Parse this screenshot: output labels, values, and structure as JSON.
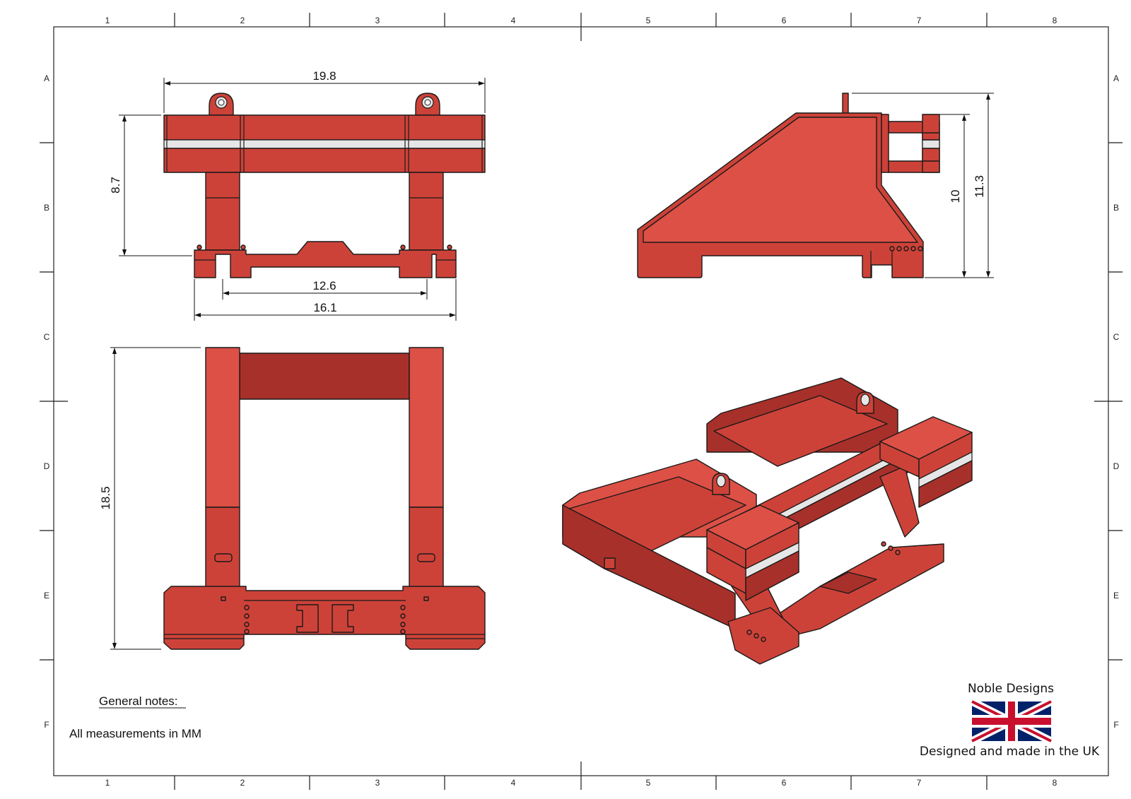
{
  "border": {
    "columns": [
      "1",
      "2",
      "3",
      "4",
      "5",
      "6",
      "7",
      "8"
    ],
    "rows": [
      "A",
      "B",
      "C",
      "D",
      "E",
      "F"
    ]
  },
  "dimensions": {
    "top_width": "19.8",
    "top_height": "8.7",
    "inner_span": "12.6",
    "base_width": "16.1",
    "side_inner_height": "10",
    "side_total_height": "11.3",
    "plan_depth": "18.5"
  },
  "notes": {
    "heading": "General notes:",
    "units": "All measurements in MM"
  },
  "branding": {
    "company": "Noble Designs",
    "tagline": "Designed and made in the UK",
    "flag": "union-jack-flag-icon"
  },
  "colors": {
    "part": "#cd4238",
    "part_light": "#dd5046",
    "part_dark": "#a8302a",
    "pad": "#e6e6e6",
    "flag_blue": "#012169",
    "flag_red": "#c8102e"
  }
}
